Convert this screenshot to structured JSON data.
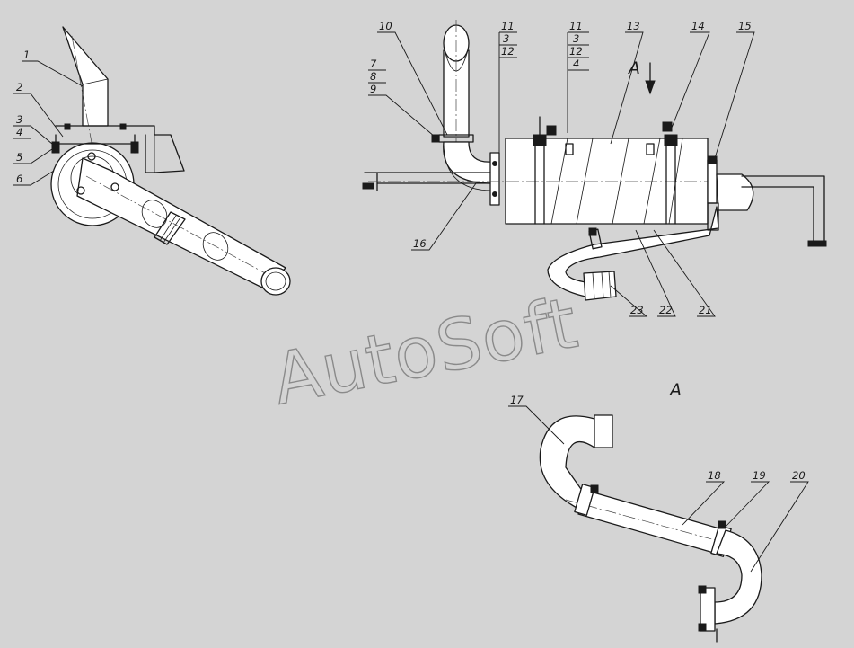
{
  "watermark": "AutoSoft",
  "view_label": "A",
  "view_arrow_label": "A",
  "callouts": {
    "c1": "1",
    "c2": "2",
    "c3": "3",
    "c4": "4",
    "c5": "5",
    "c6": "6",
    "c7": "7",
    "c8": "8",
    "c9": "9",
    "c10": "10",
    "c11a": "11",
    "c3a": "3",
    "c12a": "12",
    "c11b": "11",
    "c3b": "3",
    "c12b": "12",
    "c4b": "4",
    "c13": "13",
    "c14": "14",
    "c15": "15",
    "c16": "16",
    "c17": "17",
    "c18": "18",
    "c19": "19",
    "c20": "20",
    "c21": "21",
    "c22": "22",
    "c23": "23"
  }
}
